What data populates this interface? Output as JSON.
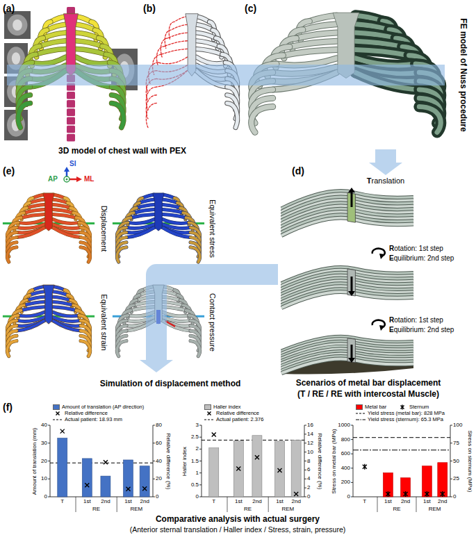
{
  "diagram": {
    "nodes": [
      {
        "text": [
          "(a)"
        ]
      },
      {
        "text": [
          "(b)"
        ]
      },
      {
        "text": [
          "(c)",
          "FE model of Nuss procedure"
        ]
      },
      {
        "text": [
          "(d)",
          "Scenarios of metal bar displacement",
          "(T / RE / RE with intercostal Muscle)"
        ]
      },
      {
        "text": [
          "(e)",
          "Simulation of displacement method"
        ]
      },
      {
        "text": [
          "(f)",
          "Comparative analysis with actual surgery",
          "(Anterior sternal translation / Haller index / Stress, strain, pressure)"
        ]
      }
    ],
    "edges": [
      {
        "from": 0,
        "to": 1,
        "arrow": "none"
      },
      {
        "from": 1,
        "to": 2,
        "arrow": "none"
      },
      {
        "from": 2,
        "to": 3,
        "label": "Translation",
        "arrow": "to"
      },
      {
        "from": 3,
        "to": 4,
        "arrow": "to"
      }
    ],
    "labels": [
      "3D model of chest wall with PEX",
      "SI",
      "AP",
      "ML",
      "Rotation: 1st step",
      "Equilibrium: 2nd step",
      "Rotation: 1st step",
      "Equilibrium: 2nd step",
      "Displacement",
      "Equivalent stress",
      "Equivalent strain",
      "Contact pressure",
      "Amount of translation (mm)",
      "Relative difference (%)",
      "0",
      "10",
      "20",
      "30",
      "40",
      "0",
      "20",
      "40",
      "60",
      "80",
      "T",
      "1st",
      "2nd",
      "1st",
      "2nd",
      "RE",
      "REM",
      "Haller index",
      "Relative difference (%)",
      "0",
      "0.5",
      "1",
      "1.5",
      "2",
      "2.5",
      "3",
      "0",
      "2",
      "4",
      "6",
      "8",
      "10",
      "12",
      "14",
      "16",
      "T",
      "1st",
      "2nd",
      "1st",
      "2nd",
      "RE",
      "REM",
      "Stress on metal bar (MPa)",
      "Stress on sternum (MPa)",
      "0",
      "200",
      "400",
      "600",
      "800",
      "1000",
      "0",
      "25",
      "50",
      "75",
      "100",
      "T",
      "1st",
      "2nd",
      "1st",
      "2nd",
      "RE",
      "REM"
    ],
    "legend": [
      {
        "text": "Amount of translation (AP direction)",
        "color": "#4472c4"
      },
      {
        "text": "Relative difference"
      },
      {
        "text": "Actual patient: 18.93 mm"
      },
      {
        "text": "Haller index",
        "color": "#bfbfbf"
      },
      {
        "text": "Relative difference"
      },
      {
        "text": "Actual patient: 2.376"
      },
      {
        "text": "Metal bar",
        "color": "#ff0000"
      },
      {
        "text": "Sternum"
      },
      {
        "text": "Yield stress (metal bar): 828 MPa"
      },
      {
        "text": "Yield stress (sternum): 65.3 MPa"
      }
    ]
  }
}
